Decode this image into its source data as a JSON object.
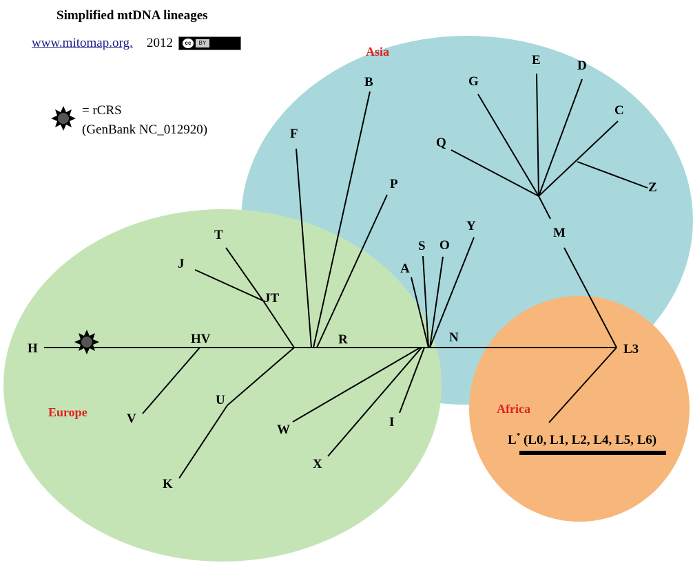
{
  "header": {
    "title": "Simplified mtDNA lineages",
    "link_text": "www.mitomap.org. ",
    "year": "2012",
    "license_badge": {
      "circle": "cc",
      "text": "BY"
    }
  },
  "legend": {
    "symbol_icon": "star-burst-icon",
    "equals_label": "= rCRS",
    "source_label": "(GenBank NC_012920)"
  },
  "regions": {
    "asia": {
      "label": "Asia",
      "color": "#a8d8dc"
    },
    "europe": {
      "label": "Europe",
      "color": "#c5e4b6"
    },
    "africa": {
      "label": "Africa",
      "color": "#f7b77a"
    }
  },
  "region_label_color": "#e02020",
  "haplogroups": {
    "H": "H",
    "HV": "HV",
    "V": "V",
    "U": "U",
    "K": "K",
    "W": "W",
    "X": "X",
    "I": "I",
    "T": "T",
    "J": "J",
    "JT": "JT",
    "F": "F",
    "B": "B",
    "P": "P",
    "R": "R",
    "A": "A",
    "S": "S",
    "O": "O",
    "Y": "Y",
    "N": "N",
    "G": "G",
    "E": "E",
    "D": "D",
    "C": "C",
    "Q": "Q",
    "Z": "Z",
    "M": "M",
    "L3": "L3"
  },
  "lstar": {
    "base": "L",
    "sup": "*",
    "list": " (L0, L1, L2, L4, L5, L6)"
  }
}
